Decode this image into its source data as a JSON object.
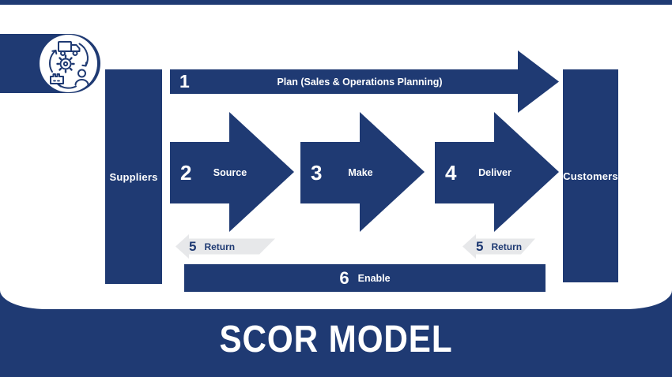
{
  "colors": {
    "navy": "#1f3a73",
    "return_gray": "#e7e8ea",
    "background": "#ffffff",
    "text_on_navy": "#ffffff"
  },
  "badge": {
    "icon": "supply-chain-cycle-icon"
  },
  "lanes": {
    "suppliers": "Suppliers",
    "customers": "Customers"
  },
  "steps": {
    "plan": {
      "num": "1",
      "label": "Plan (Sales & Operations Planning)"
    },
    "source": {
      "num": "2",
      "label": "Source"
    },
    "make": {
      "num": "3",
      "label": "Make"
    },
    "deliver": {
      "num": "4",
      "label": "Deliver"
    },
    "return_source": {
      "num": "5",
      "label": "Return"
    },
    "return_deliver": {
      "num": "5",
      "label": "Return"
    },
    "enable": {
      "num": "6",
      "label": "Enable"
    }
  },
  "footer": {
    "title": "SCOR MODEL"
  }
}
